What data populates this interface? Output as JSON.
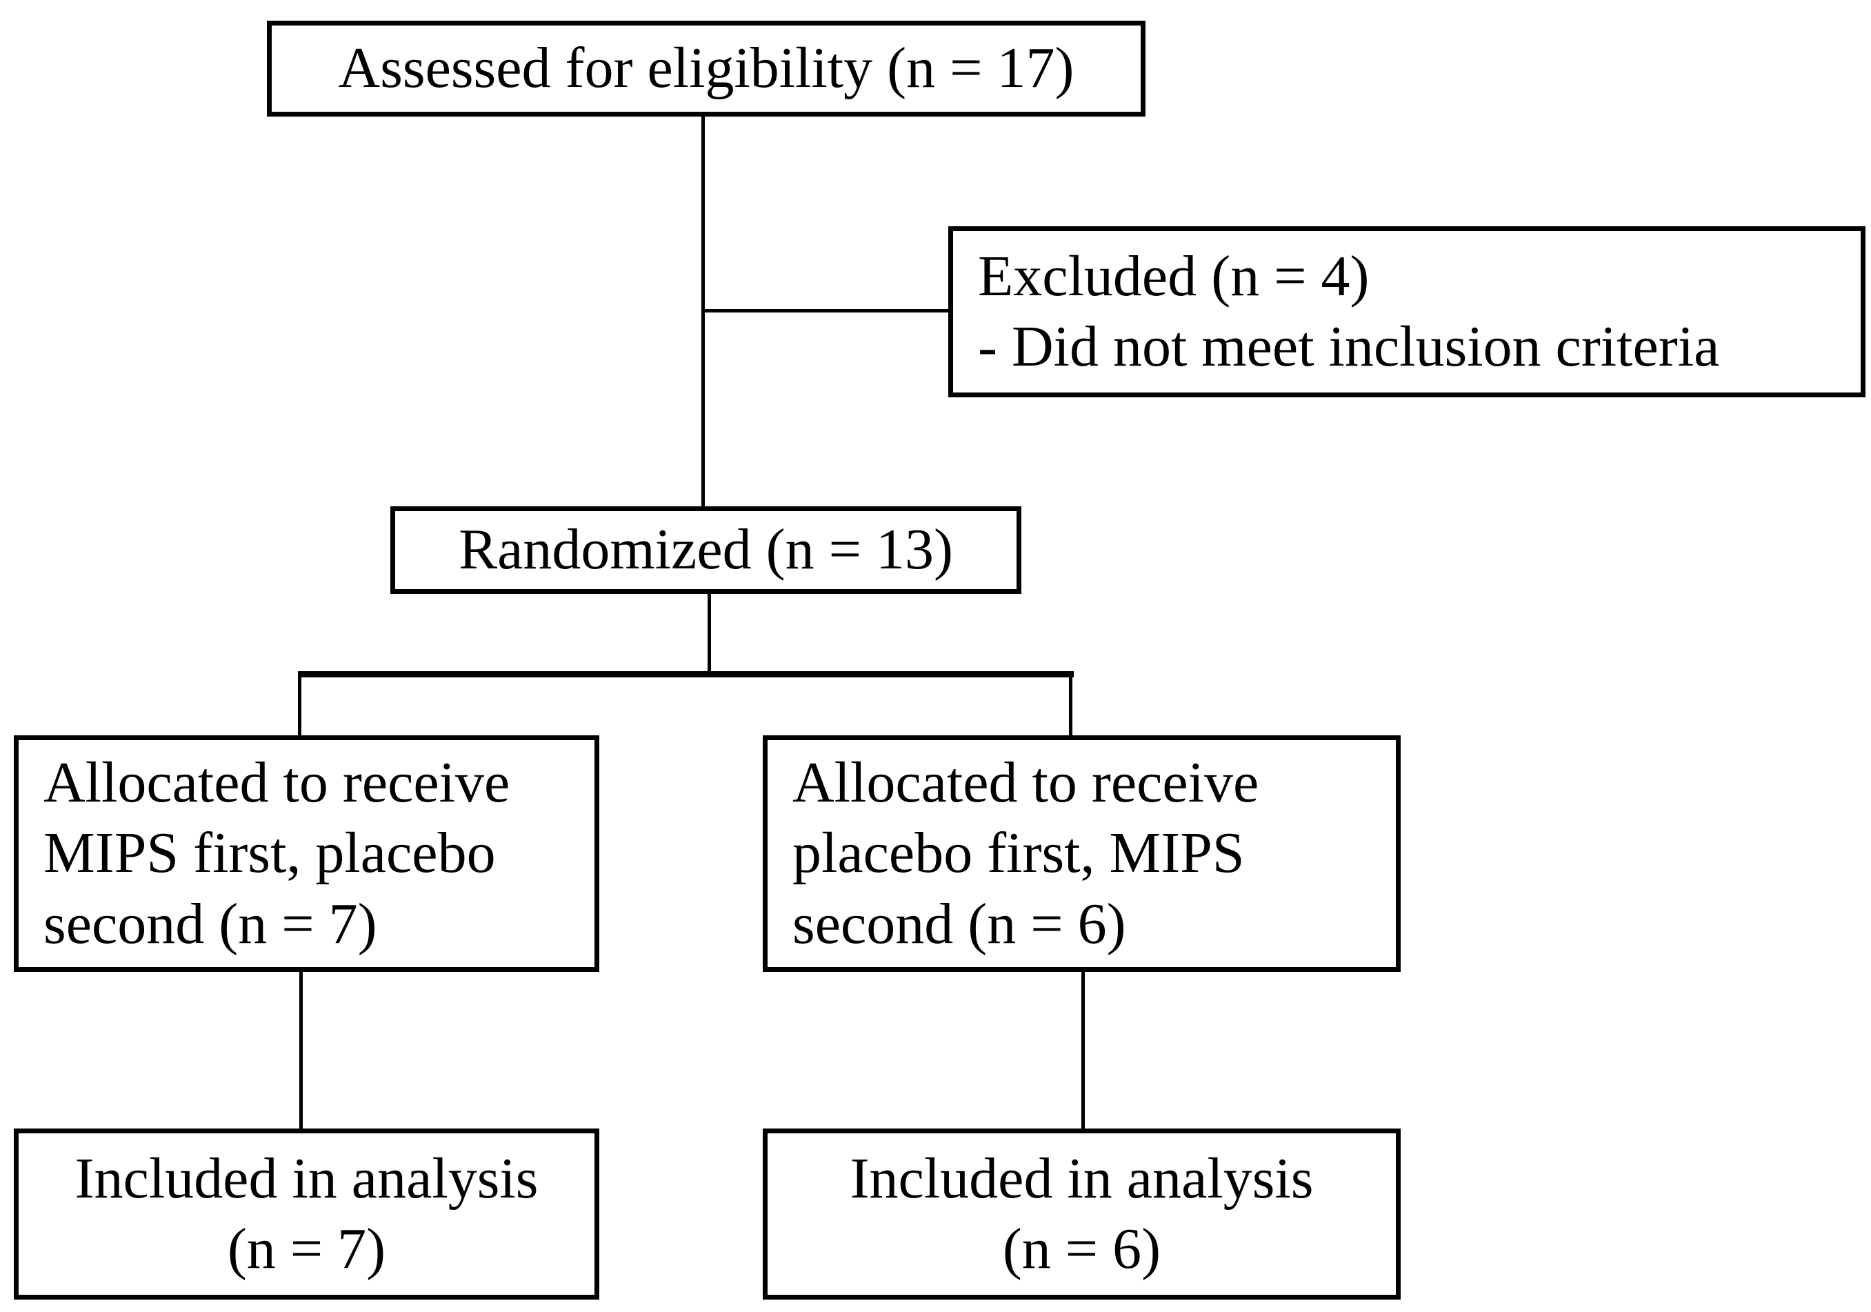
{
  "flowchart": {
    "type": "participant-flow-diagram",
    "colors": {
      "background": "#ffffff",
      "box_border": "#000000",
      "text": "#000000",
      "connector": "#000000"
    },
    "assessed": {
      "text": "Assessed for eligibility (n = 17)"
    },
    "excluded": {
      "line1": "Excluded (n = 4)",
      "line2": "- Did not meet inclusion criteria"
    },
    "randomized": {
      "text": "Randomized (n = 13)"
    },
    "allocated_mips_first": {
      "line1": "Allocated to receive",
      "line2": "MIPS first, placebo",
      "line3": "second (n = 7)"
    },
    "allocated_placebo_first": {
      "line1": "Allocated to receive",
      "line2": "placebo first, MIPS",
      "line3": "second (n = 6)"
    },
    "included_left": {
      "line1": "Included in analysis",
      "line2": "(n = 7)"
    },
    "included_right": {
      "line1": "Included in analysis",
      "line2": "(n = 6)"
    }
  }
}
